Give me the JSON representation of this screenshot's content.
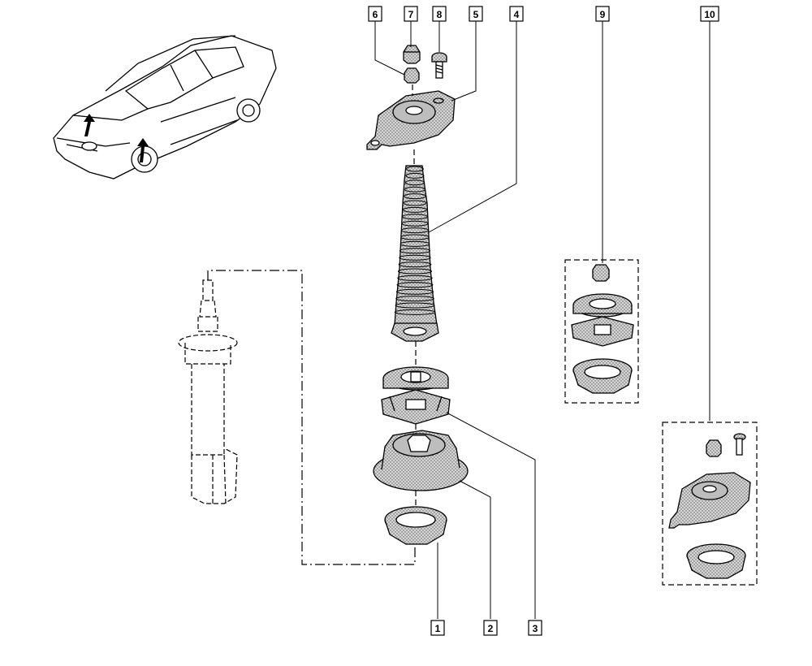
{
  "callouts": [
    {
      "id": "1",
      "label": "1"
    },
    {
      "id": "2",
      "label": "2"
    },
    {
      "id": "3",
      "label": "3"
    },
    {
      "id": "4",
      "label": "4"
    },
    {
      "id": "5",
      "label": "5"
    },
    {
      "id": "6",
      "label": "6"
    },
    {
      "id": "7",
      "label": "7"
    },
    {
      "id": "8",
      "label": "8"
    },
    {
      "id": "9",
      "label": "9"
    },
    {
      "id": "10",
      "label": "10"
    }
  ],
  "colors": {
    "line": "#000000",
    "part_fill": "#d9d9d9",
    "part_dark": "#8c8c8c",
    "background": "#ffffff"
  }
}
